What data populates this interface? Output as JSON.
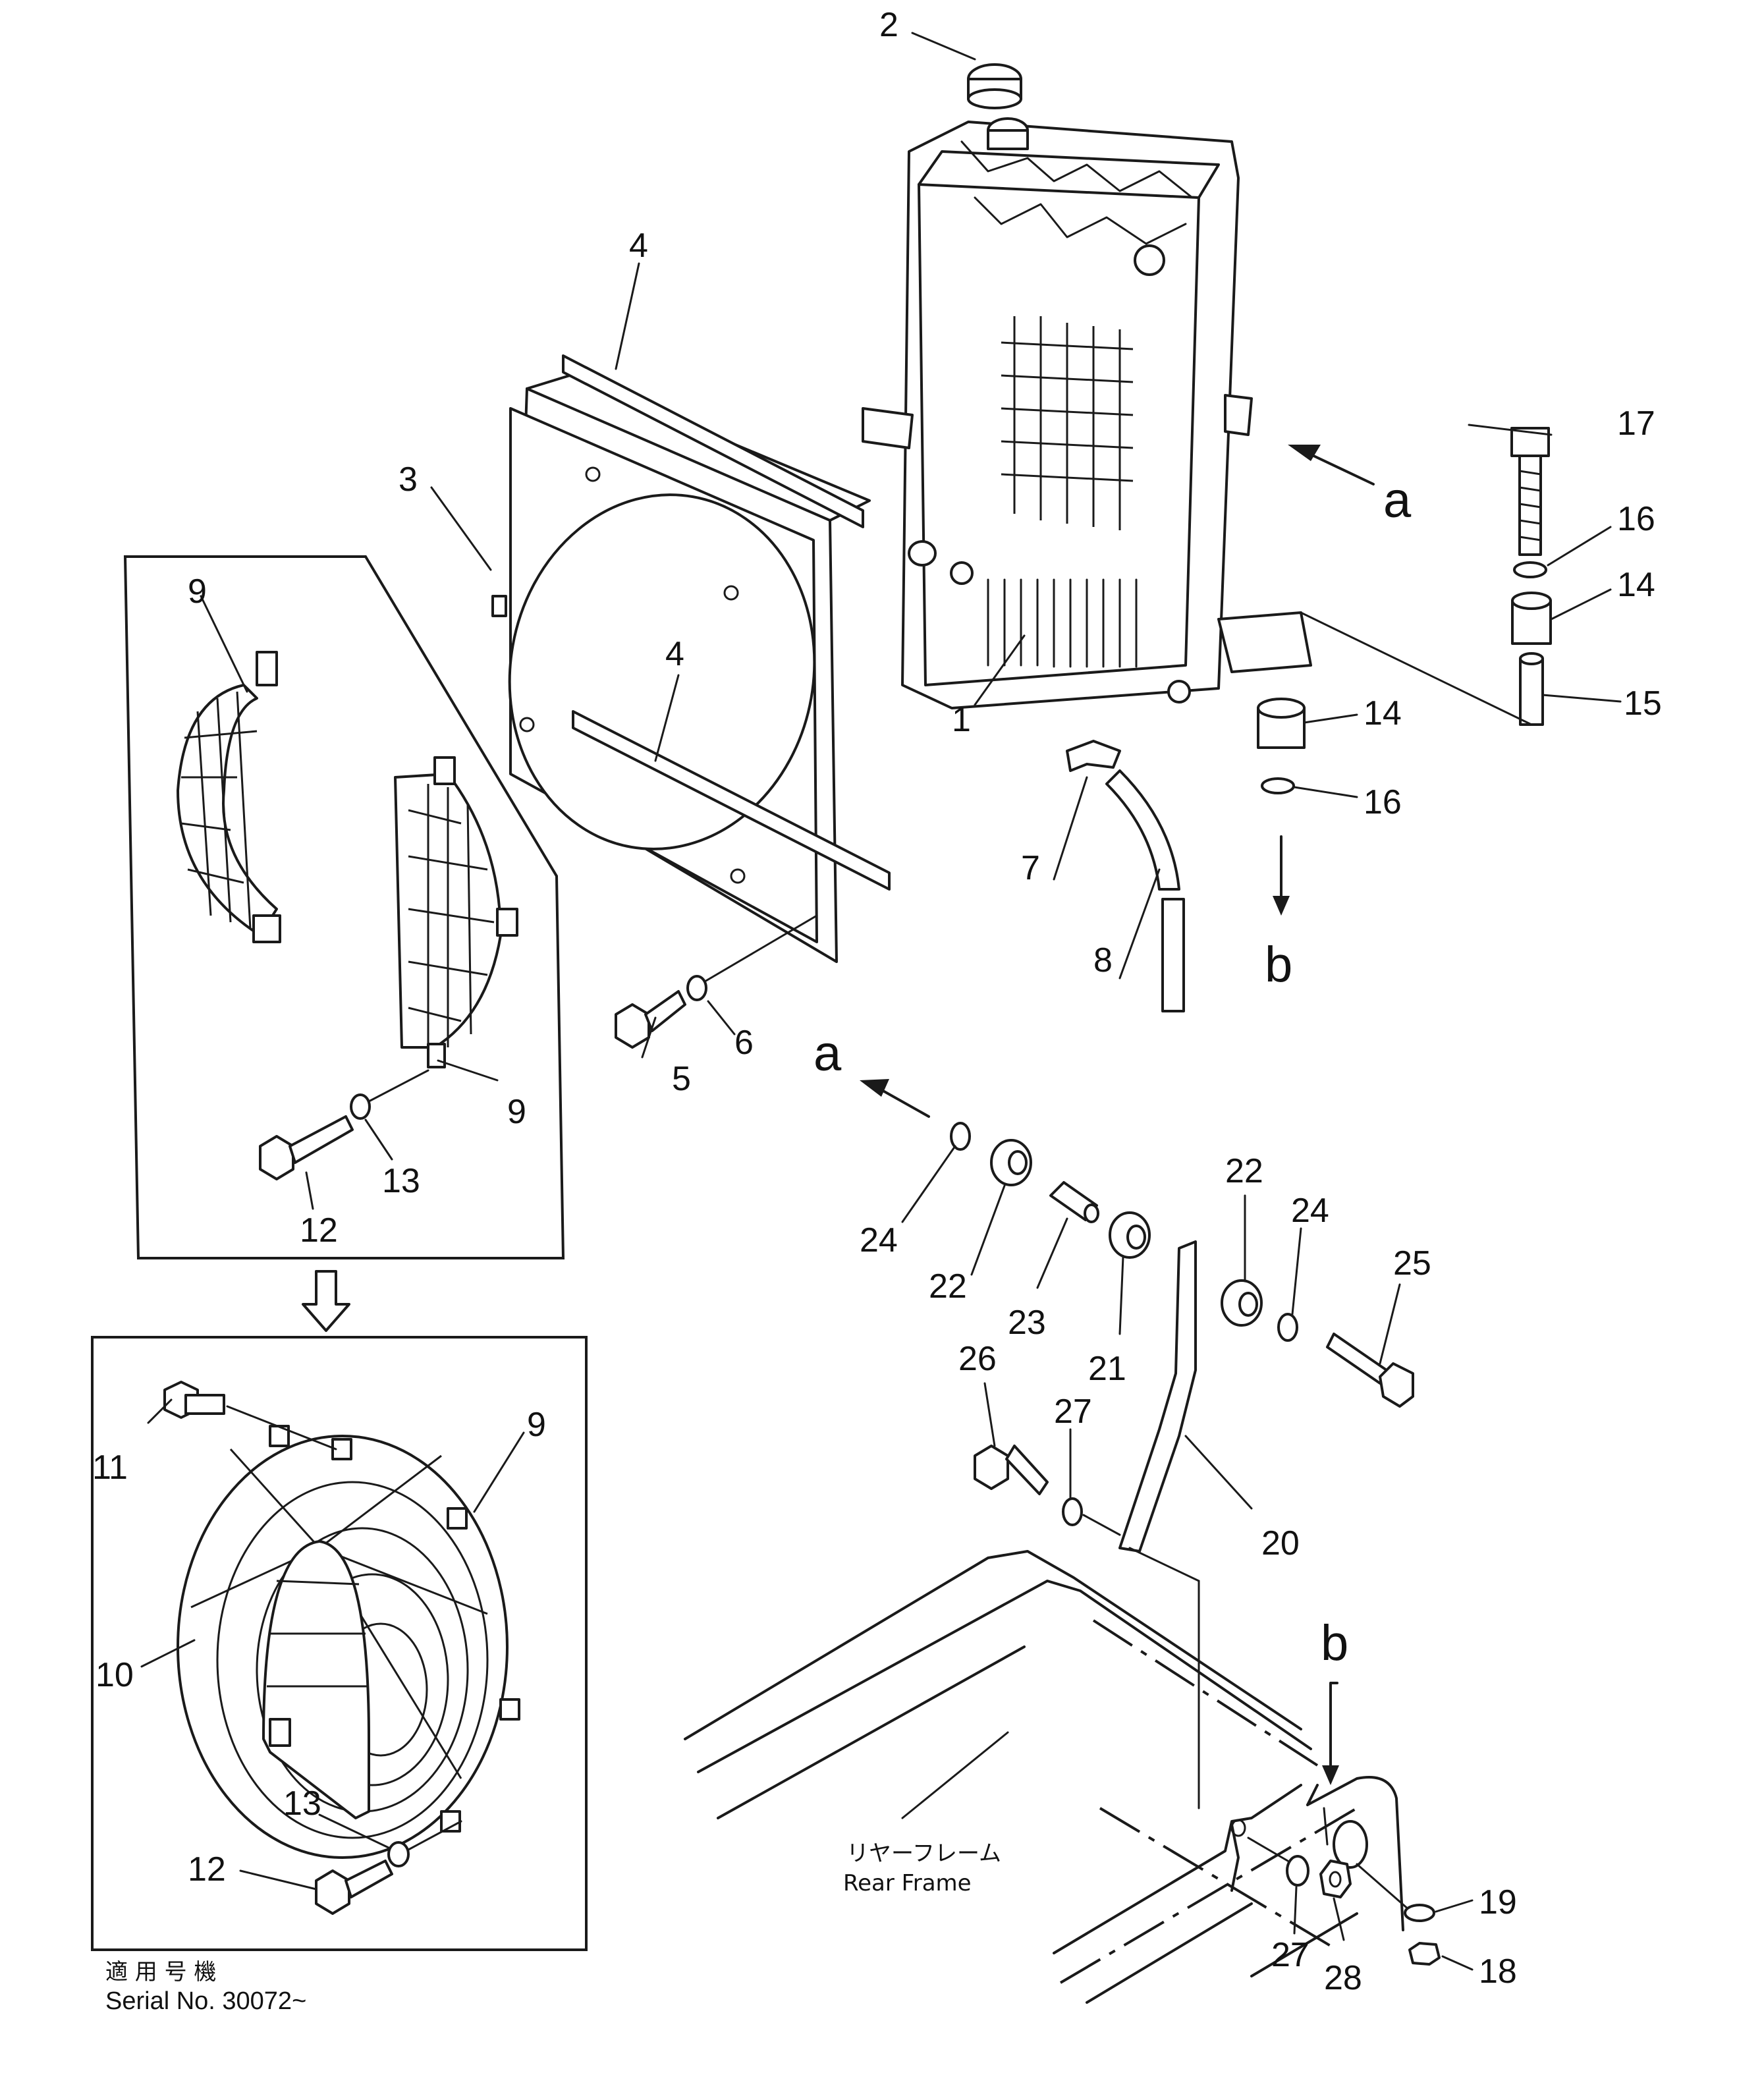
{
  "callouts": {
    "p1": "1",
    "p2": "2",
    "p3": "3",
    "p4a": "4",
    "p4b": "4",
    "p5": "5",
    "p6": "6",
    "p7": "7",
    "p8": "8",
    "p9a": "9",
    "p9b": "9",
    "p9c": "9",
    "p10": "10",
    "p11": "11",
    "p12a": "12",
    "p12b": "12",
    "p13a": "13",
    "p13b": "13",
    "p14a": "14",
    "p14b": "14",
    "p15": "15",
    "p16a": "16",
    "p16b": "16",
    "p17": "17",
    "p18": "18",
    "p19": "19",
    "p20": "20",
    "p21": "21",
    "p22a": "22",
    "p22b": "22",
    "p23": "23",
    "p24a": "24",
    "p24b": "24",
    "p25": "25",
    "p26": "26",
    "p27a": "27",
    "p27b": "27",
    "p28": "28"
  },
  "views": {
    "a_top": "a",
    "a_mid": "a",
    "b_mid": "b",
    "b_low": "b"
  },
  "labels": {
    "rear_frame_jp": "リヤーフレーム",
    "rear_frame_en": "Rear  Frame",
    "applicable_jp": "適 用 号 機",
    "serial": "Serial No. 30072~"
  }
}
